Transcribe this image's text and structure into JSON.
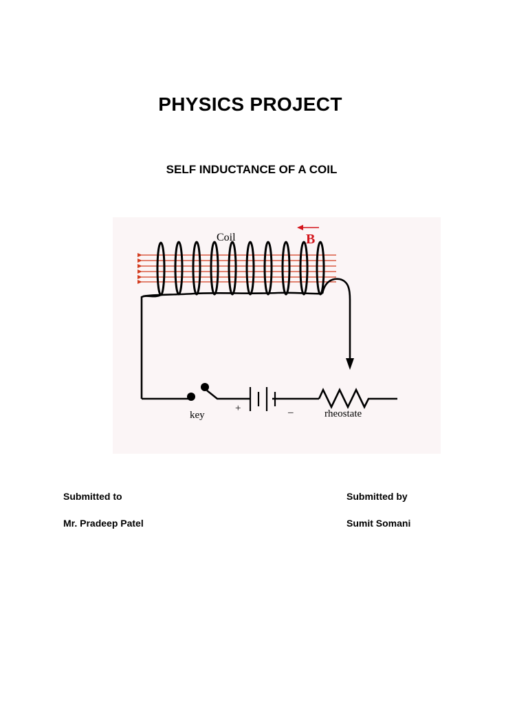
{
  "document": {
    "title": "PHYSICS PROJECT",
    "subtitle": "SELF INDUCTANCE OF A COIL"
  },
  "figure": {
    "labels": {
      "coil": "Coil",
      "field": "B",
      "key": "key",
      "plus": "+",
      "minus": "–",
      "rheostate": "rheostate"
    },
    "colors": {
      "field_lines": "#d23b1e",
      "field_label": "#d3141b",
      "wire": "#000000",
      "background": "#fbf5f6"
    }
  },
  "submission": {
    "to_label": "Submitted to",
    "to_name": "Mr. Pradeep Patel",
    "by_label": "Submitted by",
    "by_name": "Sumit Somani"
  }
}
